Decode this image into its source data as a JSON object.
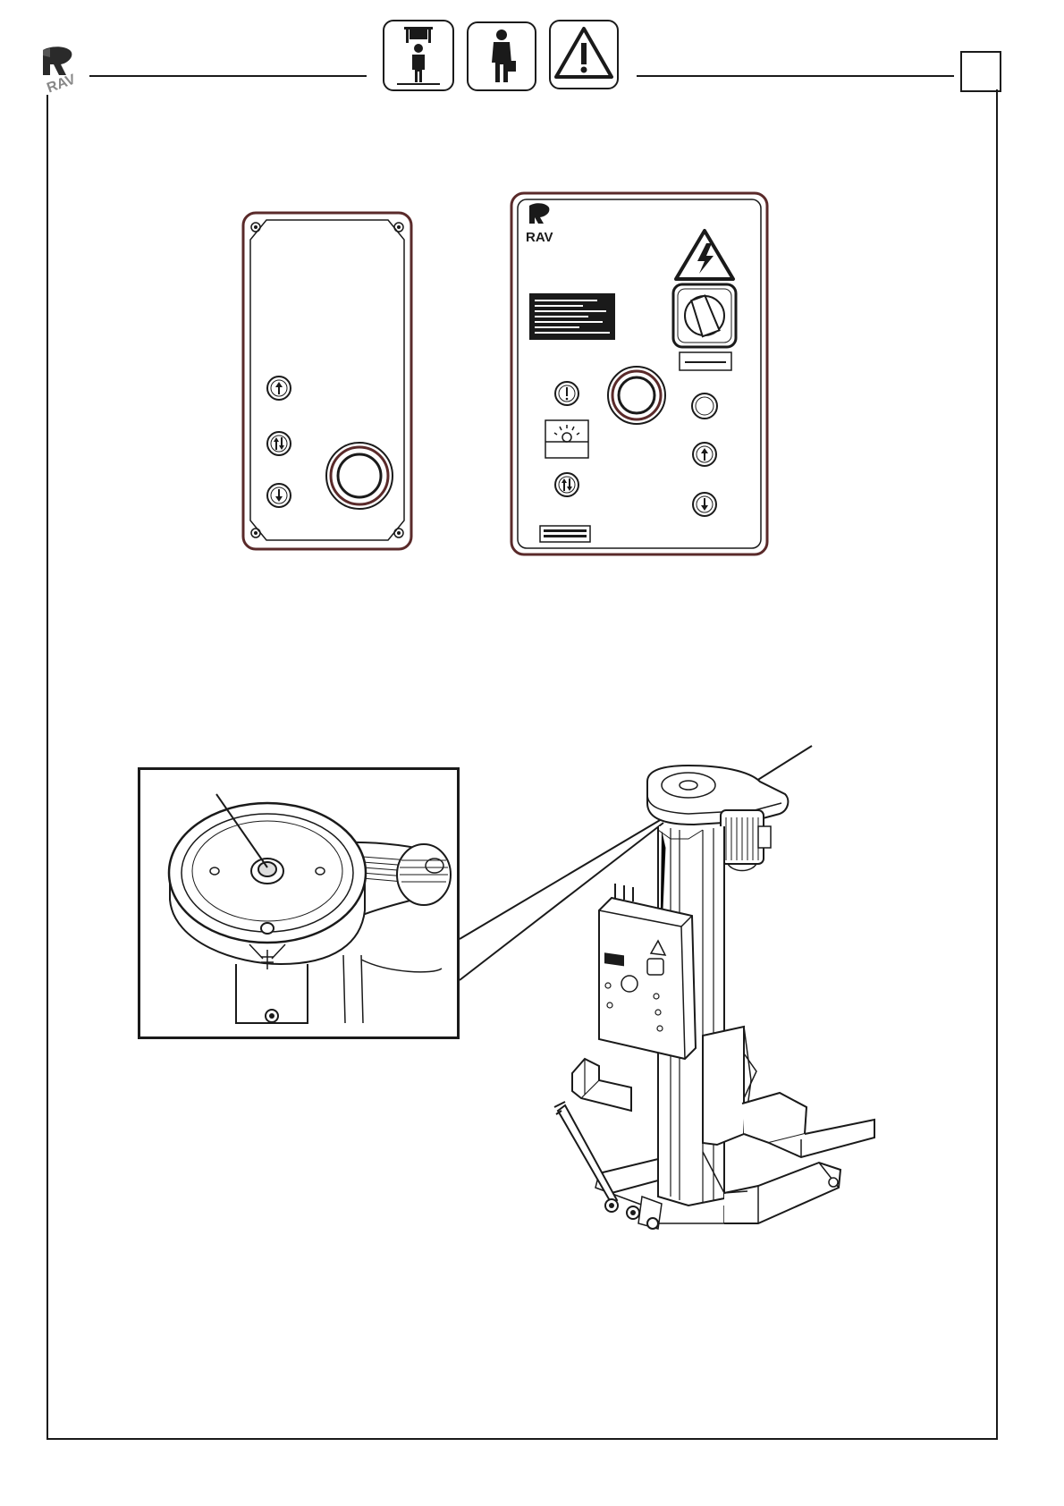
{
  "header": {
    "logo_text": "RAV",
    "icons": [
      "lifter-operator-icon",
      "operator-icon",
      "warning-triangle-icon"
    ],
    "page_box_value": ""
  },
  "panel_left": {
    "buttons": [
      "up-arrow-button-icon",
      "up-down-arrow-button-icon",
      "down-arrow-button-icon"
    ],
    "main_button": "mushroom-stop-button"
  },
  "panel_right": {
    "logo_text": "RAV",
    "icons": [
      "high-voltage-warning-icon",
      "main-switch-knob",
      "emergency-button-icon",
      "gauge-icon",
      "indicator-light-icon",
      "up-arrow-button-icon",
      "down-arrow-button-icon"
    ]
  },
  "figure": {
    "inset": "pulley-belt-detail",
    "main": "mobile-column-lift"
  },
  "colors": {
    "line": "#1a1a1a",
    "panel_border": "#5a2a2a",
    "background": "#ffffff"
  }
}
